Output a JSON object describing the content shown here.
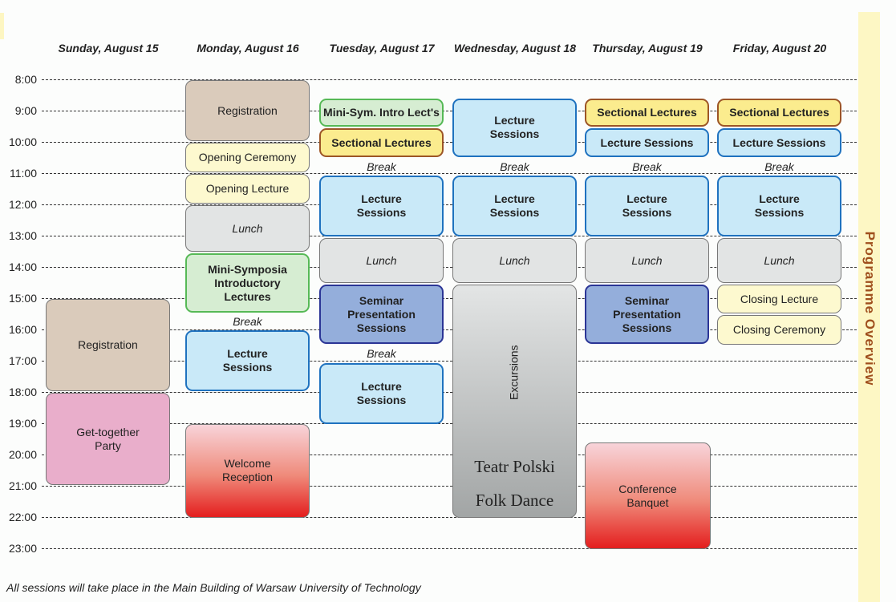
{
  "sidebar_title": "Programme Overview",
  "footer": "All sessions will take place in the Main Building of  Warsaw University of Technology",
  "days": [
    "Sunday, August 15",
    "Monday, August 16",
    "Tuesday, August 17",
    "Wednesday, August 18",
    "Thursday, August 19",
    "Friday, August 20"
  ],
  "hours": [
    "8:00",
    "9:00",
    "10:00",
    "11:00",
    "12:00",
    "13:00",
    "14:00",
    "15:00",
    "16:00",
    "17:00",
    "18:00",
    "19:00",
    "20:00",
    "21:00",
    "22:00",
    "23:00"
  ],
  "blocks": [
    {
      "day": 0,
      "start": 15,
      "end": 18,
      "style": "tan",
      "label": "Registration"
    },
    {
      "day": 0,
      "start": 18,
      "end": 21,
      "style": "pink",
      "label": "Get-together\nParty"
    },
    {
      "day": 1,
      "start": 8,
      "end": 10,
      "style": "tan",
      "label": "Registration"
    },
    {
      "day": 1,
      "start": 10,
      "end": 11,
      "style": "cream",
      "label": "Opening Ceremony"
    },
    {
      "day": 1,
      "start": 11,
      "end": 12,
      "style": "cream",
      "label": "Opening Lecture"
    },
    {
      "day": 1,
      "start": 12,
      "end": 13.55,
      "style": "gray",
      "label": "Lunch"
    },
    {
      "day": 1,
      "start": 13.55,
      "end": 15.5,
      "style": "green",
      "label": "Mini-Symposia\nIntroductory\nLectures"
    },
    {
      "day": 1,
      "start": 15.5,
      "end": 16,
      "style": "break",
      "label": "Break"
    },
    {
      "day": 1,
      "start": 16,
      "end": 18,
      "style": "lblue",
      "label": "Lecture\nSessions"
    },
    {
      "day": 1,
      "start": 19,
      "end": 22.05,
      "style": "red",
      "label": "Welcome\nReception"
    },
    {
      "day": 2,
      "start": 8.58,
      "end": 9.55,
      "style": "green",
      "label": "Mini-Sym. Intro Lect's"
    },
    {
      "day": 2,
      "start": 9.55,
      "end": 10.52,
      "style": "sect",
      "label": "Sectional Lectures"
    },
    {
      "day": 2,
      "start": 10.52,
      "end": 11.05,
      "style": "break",
      "label": "Break"
    },
    {
      "day": 2,
      "start": 11.05,
      "end": 13.05,
      "style": "lblue",
      "label": "Lecture\nSessions"
    },
    {
      "day": 2,
      "start": 13.05,
      "end": 14.55,
      "style": "gray",
      "label": "Lunch"
    },
    {
      "day": 2,
      "start": 14.55,
      "end": 16.5,
      "style": "sem",
      "label": "Seminar\nPresentation\nSessions"
    },
    {
      "day": 2,
      "start": 16.5,
      "end": 17.05,
      "style": "break",
      "label": "Break"
    },
    {
      "day": 2,
      "start": 17.05,
      "end": 19.05,
      "style": "lblue",
      "label": "Lecture\nSessions"
    },
    {
      "day": 3,
      "start": 8.58,
      "end": 10.52,
      "style": "lblue",
      "label": "Lecture\nSessions"
    },
    {
      "day": 3,
      "start": 10.52,
      "end": 11.05,
      "style": "break",
      "label": "Break"
    },
    {
      "day": 3,
      "start": 11.05,
      "end": 13.05,
      "style": "lblue",
      "label": "Lecture\nSessions"
    },
    {
      "day": 3,
      "start": 13.05,
      "end": 14.55,
      "style": "gray",
      "label": "Lunch"
    },
    {
      "day": 3,
      "start": 14.55,
      "end": 22.05,
      "style": "exc",
      "label": "Excursions",
      "extra": [
        "Teatr Polski",
        "Folk Dance"
      ]
    },
    {
      "day": 4,
      "start": 8.58,
      "end": 9.55,
      "style": "sect",
      "label": "Sectional Lectures"
    },
    {
      "day": 4,
      "start": 9.55,
      "end": 10.52,
      "style": "lblue",
      "label": "Lecture Sessions"
    },
    {
      "day": 4,
      "start": 10.52,
      "end": 11.05,
      "style": "break",
      "label": "Break"
    },
    {
      "day": 4,
      "start": 11.05,
      "end": 13.05,
      "style": "lblue",
      "label": "Lecture\nSessions"
    },
    {
      "day": 4,
      "start": 13.05,
      "end": 14.55,
      "style": "gray",
      "label": "Lunch"
    },
    {
      "day": 4,
      "start": 14.55,
      "end": 16.5,
      "style": "sem",
      "label": "Seminar\nPresentation\nSessions"
    },
    {
      "day": 4,
      "start": 19.6,
      "end": 23.05,
      "style": "red",
      "label": "Conference\nBanquet"
    },
    {
      "day": 5,
      "start": 8.58,
      "end": 9.55,
      "style": "sect",
      "label": "Sectional Lectures"
    },
    {
      "day": 5,
      "start": 9.55,
      "end": 10.52,
      "style": "lblue",
      "label": "Lecture Sessions"
    },
    {
      "day": 5,
      "start": 10.52,
      "end": 11.05,
      "style": "break",
      "label": "Break"
    },
    {
      "day": 5,
      "start": 11.05,
      "end": 13.05,
      "style": "lblue",
      "label": "Lecture\nSessions"
    },
    {
      "day": 5,
      "start": 13.05,
      "end": 14.55,
      "style": "gray",
      "label": "Lunch"
    },
    {
      "day": 5,
      "start": 14.55,
      "end": 15.52,
      "style": "cream",
      "label": "Closing Lecture"
    },
    {
      "day": 5,
      "start": 15.52,
      "end": 16.52,
      "style": "cream",
      "label": "Closing Ceremony"
    }
  ]
}
